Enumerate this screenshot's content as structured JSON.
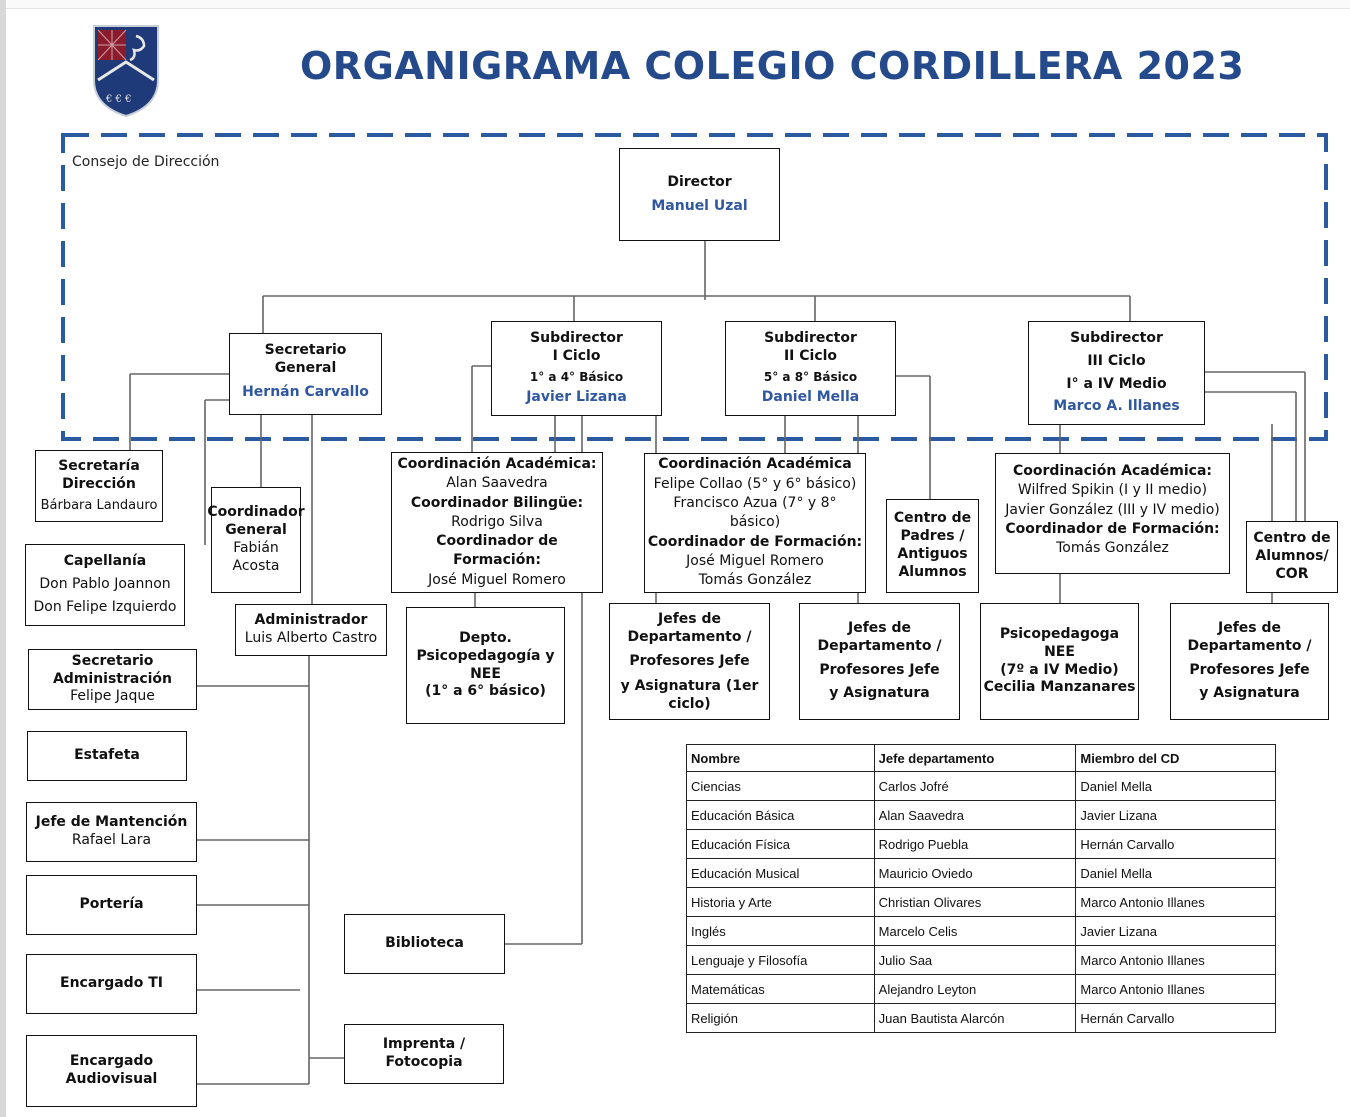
{
  "title": "ORGANIGRAMA COLEGIO CORDILLERA 2023",
  "council_label": "Consejo de Dirección",
  "colors": {
    "title": "#244a8c",
    "names": "#2f58a0",
    "dashed_border": "#2c5aa0",
    "crest": "#1f3a78",
    "crest_red": "#8c1c2c"
  },
  "director": {
    "role": "Director",
    "name": "Manuel Uzal"
  },
  "secretario_general": {
    "role": "Secretario General",
    "name": "Hernán Carvallo"
  },
  "subdirector_1": {
    "role": "Subdirector",
    "cycle": "I Ciclo",
    "levels": "1° a 4° Básico",
    "name": "Javier Lizana"
  },
  "subdirector_2": {
    "role": "Subdirector",
    "cycle": "II Ciclo",
    "levels": "5° a 8° Básico",
    "name": "Daniel Mella"
  },
  "subdirector_3": {
    "role": "Subdirector",
    "cycle": "III Ciclo",
    "levels": "I° a IV Medio",
    "name": "Marco  A.  Illanes"
  },
  "secretaria_direccion": {
    "l1": "Secretaría",
    "l2": "Dirección",
    "name": "Bárbara Landauro"
  },
  "capellania": {
    "title": "Capellanía",
    "p1": "Don Pablo Joannon",
    "p2": "Don Felipe Izquierdo"
  },
  "coordinador_general": {
    "l1": "Coordinador",
    "l2": "General",
    "l3": "Fabián",
    "l4": "Acosta"
  },
  "administrador": {
    "role": "Administrador",
    "name": "Luis Alberto Castro"
  },
  "secretario_admin": {
    "l1": "Secretario",
    "l2": "Administración",
    "name": "Felipe Jaque"
  },
  "estafeta": "Estafeta",
  "mantencion": {
    "role": "Jefe de Mantención",
    "name": "Rafael Lara"
  },
  "porteria": "Portería",
  "encargado_ti": "Encargado TI",
  "audiovisual": {
    "l1": "Encargado",
    "l2": "Audiovisual"
  },
  "biblioteca": "Biblioteca",
  "imprenta": "Imprenta / Fotocopia",
  "coord_1": {
    "t1": "Coordinación Académica:",
    "n1": "Alan Saavedra",
    "t2": "Coordinador Bilingüe:",
    "n2": "Rodrigo Silva",
    "t3": "Coordinador de Formación:",
    "n3": "José Miguel Romero"
  },
  "depto_psico": {
    "l1": "Depto.",
    "l2": "Psicopedagogía y NEE",
    "l3": "(1° a 6° básico)"
  },
  "coord_2": {
    "t1": "Coordinación Académica",
    "n1": "Felipe Collao (5° y 6° básico)",
    "n2": "Francisco Azua (7° y 8° básico)",
    "t2": "Coordinador de Formación:",
    "n3": "José Miguel Romero",
    "n4": "Tomás González"
  },
  "jefes_1": {
    "l1": "Jefes de",
    "l2": "Departamento /",
    "l3": "Profesores Jefe",
    "l4": "y Asignatura (1er",
    "l5": "ciclo)"
  },
  "jefes_2": {
    "l1": "Jefes de",
    "l2": "Departamento /",
    "l3": "Profesores Jefe",
    "l4": "y Asignatura"
  },
  "centro_padres": {
    "l1": "Centro de",
    "l2": "Padres /",
    "l3": "Antiguos",
    "l4": "Alumnos"
  },
  "coord_3": {
    "t1": "Coordinación Académica:",
    "n1": "Wilfred Spikin (I y II medio)",
    "n2": "Javier González (III y IV medio)",
    "t2": "Coordinador  de Formación:",
    "n3": "Tomás González"
  },
  "centro_alumnos": {
    "l1": "Centro de",
    "l2": "Alumnos/",
    "l3": "COR"
  },
  "psicopedagoga": {
    "l1": "Psicopedagoga NEE",
    "l2": "(7º a IV Medio)",
    "name": "Cecilia Manzanares"
  },
  "jefes_3": {
    "l1": "Jefes de",
    "l2": "Departamento /",
    "l3": "Profesores Jefe",
    "l4": "y Asignatura"
  },
  "table": {
    "headers": [
      "Nombre",
      "Jefe departamento",
      "Miembro del CD"
    ],
    "rows": [
      [
        "Ciencias",
        "Carlos Jofré",
        "Daniel Mella"
      ],
      [
        "Educación Básica",
        "Alan Saavedra",
        "Javier Lizana"
      ],
      [
        "Educación Física",
        "Rodrigo Puebla",
        "Hernán Carvallo"
      ],
      [
        "Educación Musical",
        "Mauricio Oviedo",
        "Daniel Mella"
      ],
      [
        "Historia y Arte",
        "Christian Olivares",
        "Marco Antonio Illanes"
      ],
      [
        "Inglés",
        "Marcelo Celis",
        "Javier Lizana"
      ],
      [
        "Lenguaje y Filosofía",
        "Julio Saa",
        "Marco Antonio Illanes"
      ],
      [
        "Matemáticas",
        "Alejandro Leyton",
        "Marco Antonio Illanes"
      ],
      [
        "Religión",
        "Juan Bautista Alarcón",
        "Hernán Carvallo"
      ]
    ]
  }
}
